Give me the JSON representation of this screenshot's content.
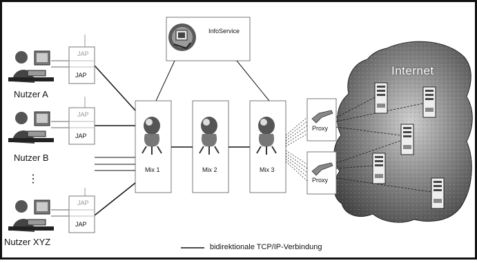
{
  "users": [
    {
      "label": "Nutzer A",
      "client_label": "JAP",
      "client_label_faded": "JAP"
    },
    {
      "label": "Nutzer B",
      "client_label": "JAP",
      "client_label_faded": "JAP"
    },
    {
      "label": "Nutzer XYZ",
      "client_label": "JAP",
      "client_label_faded": "JAP"
    }
  ],
  "ellipsis": "⋮",
  "infoservice": {
    "label": "InfoService"
  },
  "mixes": [
    {
      "label": "Mix 1"
    },
    {
      "label": "Mix 2"
    },
    {
      "label": "Mix 3"
    }
  ],
  "proxies": [
    {
      "label": "Proxy"
    },
    {
      "label": "Proxy"
    }
  ],
  "internet": {
    "label": "Internet"
  },
  "legend": {
    "text": "bidirektionale TCP/IP-Verbindung"
  },
  "colors": {
    "line": "#111111",
    "box_stroke": "#777777",
    "cloud_dark": "#3a3a3a",
    "cloud_light": "#bdbdbd"
  }
}
